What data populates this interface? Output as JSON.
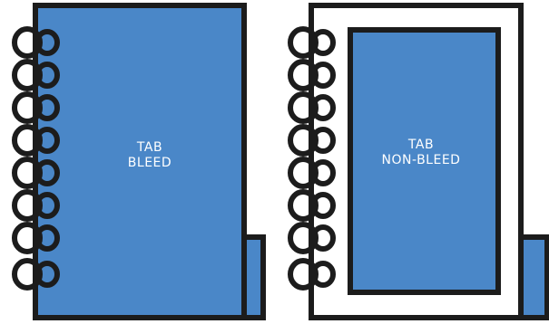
{
  "panels": {
    "bleed": {
      "label_line1": "TAB",
      "label_line2": "BLEED"
    },
    "non_bleed": {
      "label_line1": "TAB",
      "label_line2": "NON-BLEED"
    }
  },
  "colors": {
    "fill": "#4a87c8",
    "outline": "#1c1c1c",
    "paper": "#ffffff"
  },
  "icons": [
    "spiral-binding-icon"
  ]
}
